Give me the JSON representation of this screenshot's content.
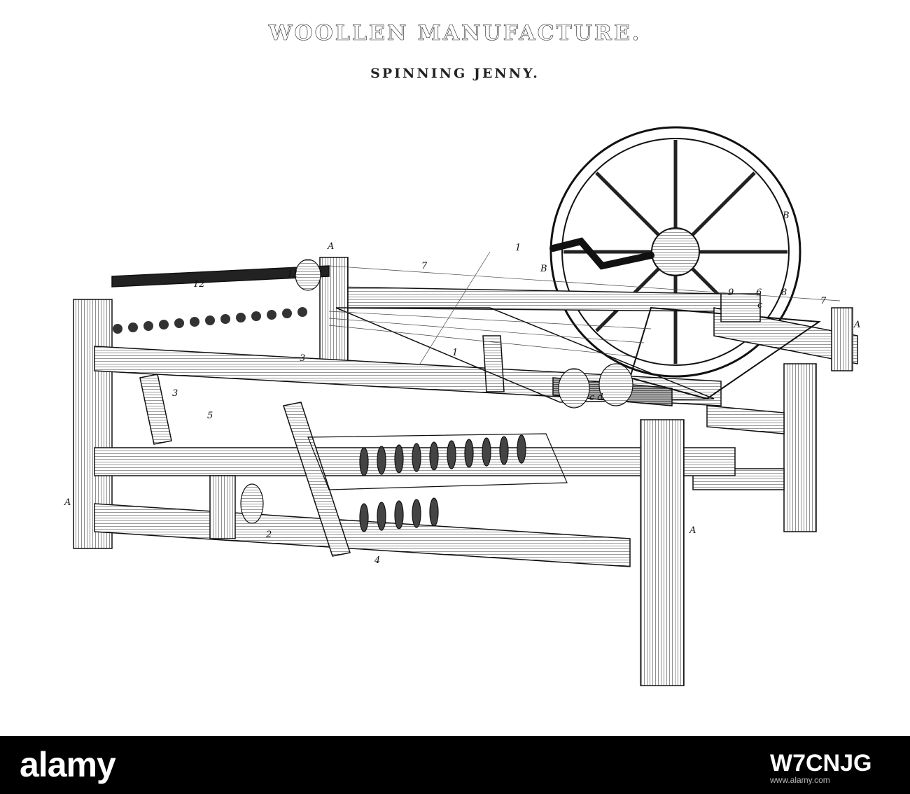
{
  "plate": {
    "title": "WOOLLEN MANUFACTURE.",
    "subtitle": "SPINNING JENNY."
  },
  "labels": {
    "A": "A",
    "B": "B",
    "one": "1",
    "two": "2",
    "three": "3",
    "four": "4",
    "five": "5",
    "six": "6",
    "seven": "7",
    "eight": "8",
    "nine": "9",
    "eleven": "11",
    "twelve": "12",
    "c": "c",
    "cd": "c d"
  },
  "watermark": {
    "brand": "alamy",
    "image_id": "W7CNJG",
    "url": "www.alamy.com"
  },
  "colors": {
    "ink": "#1a1a1a",
    "paper": "#ffffff",
    "footer": "#000000"
  }
}
